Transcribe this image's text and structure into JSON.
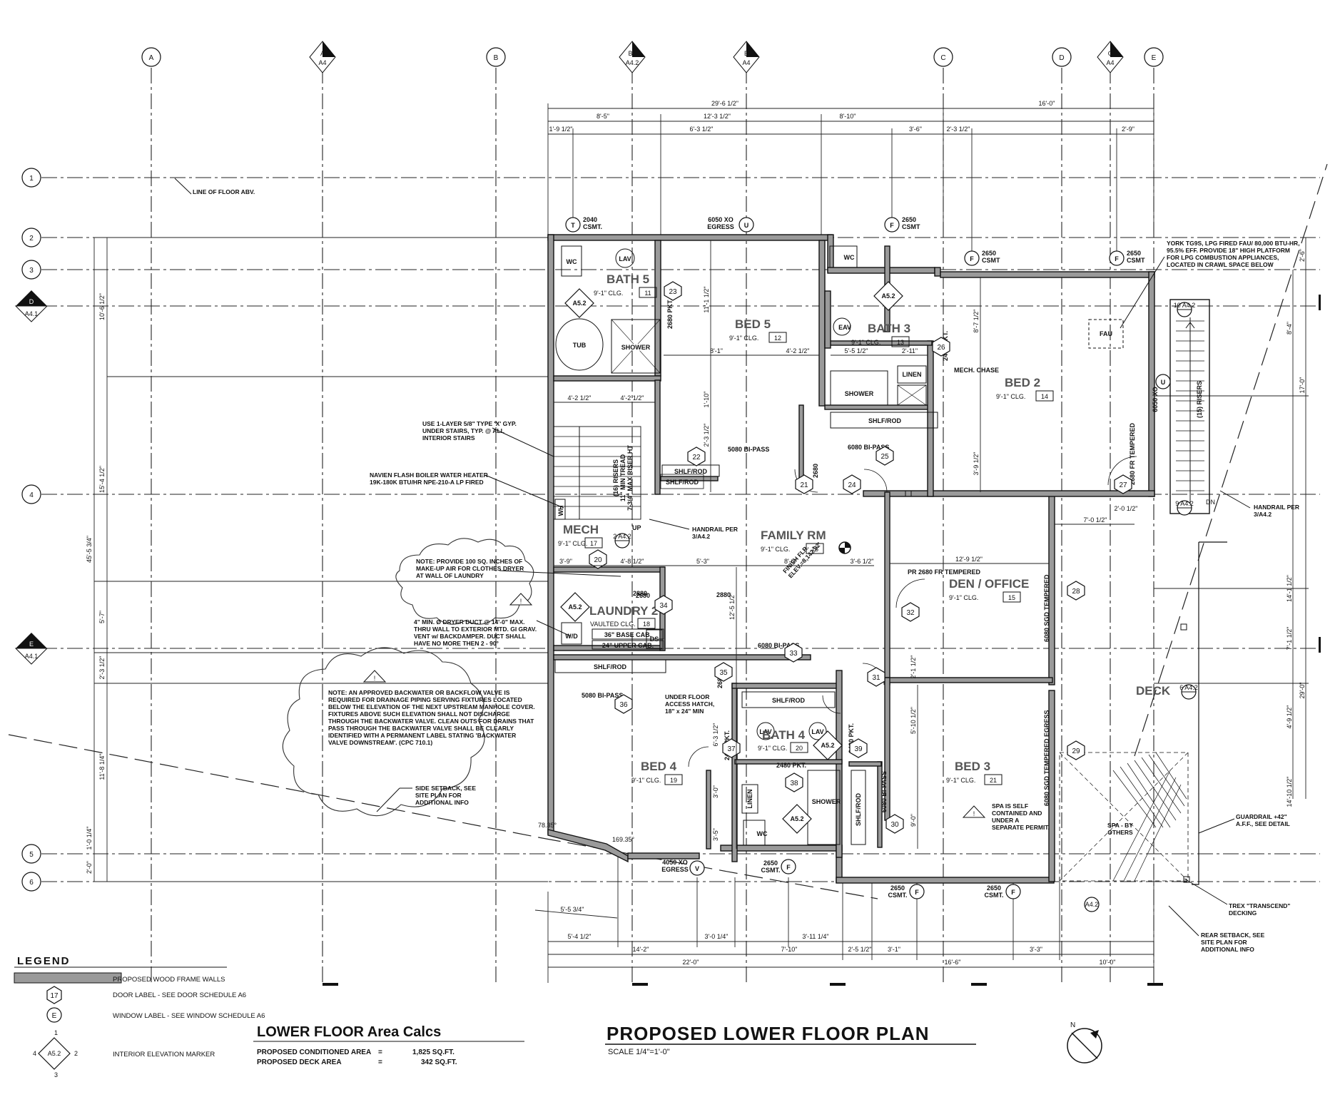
{
  "grid": {
    "columns": [
      "A",
      "A",
      "B",
      "B1",
      "B",
      "C",
      "D",
      "C",
      "E"
    ],
    "column_refs": [
      "",
      "A4",
      "",
      "A4.2",
      "A4",
      "",
      "",
      "A4",
      ""
    ],
    "rows": [
      "1",
      "2",
      "3",
      "4",
      "5",
      "6"
    ],
    "side_markers": [
      {
        "label": "D",
        "ref": "A4.1"
      },
      {
        "label": "E",
        "ref": "A4.1"
      }
    ]
  },
  "dims_top": [
    "29'-6 1/2\"",
    "16'-0\"",
    "8'-5\"",
    "12'-3 1/2\"",
    "8'-10\"",
    "1'-9 1/2\"",
    "6'-3 1/2\"",
    "3'-6\"",
    "2'-3 1/2\"",
    "2'-9\""
  ],
  "dims_left": [
    "10'-6 1/2\"",
    "15'-4 1/2\"",
    "45'-5 3/4\"",
    "5'-7\"",
    "2'-3 1/2\"",
    "11'-8 1/4\"",
    "1'-0 1/4\"",
    "2'-0\""
  ],
  "dims_right": [
    "2'-6\"",
    "8'-4\"",
    "17'-0\"",
    "14'-1 1/2\"",
    "7'-1 1/2\"",
    "29'-0\"",
    "4'-9 1/2\"",
    "14'-10 1/2\""
  ],
  "dims_bottom": [
    "5'-5 3/4\"",
    "5'-4 1/2\"",
    "3'-0 1/4\"",
    "3'-11 1/4\"",
    "2'-5 1/2\"",
    "3'-1\"",
    "3'-3\"",
    "14'-2\"",
    "7'-10\"",
    "22'-0\"",
    "16'-6\"",
    "10'-0\""
  ],
  "dims_interior": [
    "8'-1\"",
    "4'-2 1/2\"",
    "5'-5 1/2\"",
    "2'-11\"",
    "11'-1 1/2\"",
    "1'-10\"",
    "2'-3 1/2\"",
    "4'-2 1/2\"",
    "4'-2 1/2\"",
    "3'-9\"",
    "4'-8 1/2\"",
    "5'-3\"",
    "8'-0\"",
    "3'-6 1/2\"",
    "12'-9 1/2\"",
    "7'-0 1/2\"",
    "2'-0 1/2\"",
    "12'-5 1/2\"",
    "6'-3 1/2\"",
    "3'-0\"",
    "3'-5\"",
    "5'-10 1/2\"",
    "9'-0\"",
    "2'-1 1/2\"",
    "8'-7 1/2\"",
    "3'-9 1/2\"",
    "78.35°",
    "169.35°"
  ],
  "rooms": [
    {
      "name": "BATH 5",
      "clg": "9'-1\" CLG.",
      "num": "11"
    },
    {
      "name": "BED 5",
      "clg": "9'-1\" CLG.",
      "num": "12"
    },
    {
      "name": "BATH 3",
      "clg": "9'-1\" CLG.",
      "num": "13"
    },
    {
      "name": "BED 2",
      "clg": "9'-1\" CLG.",
      "num": "14"
    },
    {
      "name": "MECH",
      "clg": "9'-1\" CLG.",
      "num": "17"
    },
    {
      "name": "FAMILY RM",
      "clg": "9'-1\" CLG.",
      "num": "16"
    },
    {
      "name": "DEN / OFFICE",
      "clg": "9'-1\" CLG.",
      "num": "15"
    },
    {
      "name": "LAUNDRY 2",
      "clg": "VAULTED CLG.",
      "num": "18"
    },
    {
      "name": "BATH 4",
      "clg": "9'-1\" CLG.",
      "num": "20"
    },
    {
      "name": "BED 4",
      "clg": "9'-1\" CLG.",
      "num": "19"
    },
    {
      "name": "BED 3",
      "clg": "9'-1\" CLG.",
      "num": "21"
    },
    {
      "name": "DECK",
      "clg": "",
      "num": ""
    }
  ],
  "doors": [
    "20",
    "21",
    "22",
    "23",
    "24",
    "25",
    "26",
    "27",
    "28",
    "29",
    "30",
    "31",
    "32",
    "33",
    "34",
    "35",
    "36",
    "37",
    "38",
    "39"
  ],
  "windows": [
    {
      "tag": "T",
      "size": "2040",
      "type": "CSMT."
    },
    {
      "tag": "U",
      "size": "6050 XO",
      "type": "EGRESS"
    },
    {
      "tag": "F",
      "size": "2650",
      "type": "CSMT"
    },
    {
      "tag": "F",
      "size": "2650",
      "type": "CSMT"
    },
    {
      "tag": "F",
      "size": "2650",
      "type": "CSMT"
    },
    {
      "tag": "V",
      "size": "4050 XO",
      "type": "EGRESS"
    },
    {
      "tag": "F",
      "size": "2650",
      "type": "CSMT."
    },
    {
      "tag": "F",
      "size": "2650",
      "type": "CSMT."
    },
    {
      "tag": "F",
      "size": "2650",
      "type": "CSMT."
    },
    {
      "tag": "U",
      "size": "6050 XO",
      "type": ""
    }
  ],
  "fixtures": [
    "WC",
    "LAV",
    "TUB",
    "SHOWER",
    "WC",
    "EAV",
    "SHOWER",
    "LINEN",
    "MECH. CHASE",
    "SHLF/ROD",
    "SHLF/ROD",
    "5080 BI-PASS",
    "6080 BI-PASS",
    "2680 PKT.",
    "2480 PKT.",
    "2680",
    "2680",
    "W/D",
    "36\" BASE CAB.",
    "24\" UPPER CAB.",
    "DS",
    "SHLF/ROD",
    "5080 BI-PASS",
    "SHLF/ROD",
    "6080 BI-PASS",
    "LAV",
    "LAV",
    "2480 PKT.",
    "2480 PKT.",
    "2480 PKT.",
    "LINEN",
    "WC",
    "SHOWER",
    "SHLF/ROD",
    "6080 BI-PASS",
    "FAU",
    "PR 2680 FR TEMPERED",
    "2680 FR TEMPERED",
    "6080 SGD TEMPERED",
    "6080 SGD TEMPERED EGRESS",
    "(16) RISERS",
    "11\" MIN TREAD",
    "7-3/4\" MAX RISER HT",
    "(15) RISERS",
    "UP",
    "DN",
    "WH",
    "2880",
    "2880",
    "2680",
    "SHLF/ROD"
  ],
  "notes": {
    "line_floor": "LINE OF FLOOR ABV.",
    "gyp": "USE 1-LAYER 5/8\" TYPE 'X' GYP. UNDER STAIRS, TYP. @ ALL INTERIOR STAIRS",
    "navien": "NAVIEN FLASH BOILER WATER HEATER 19K-180K BTU/HR NPE-210-A LP FIRED",
    "air": "NOTE: PROVIDE 100 SQ. INCHES OF MAKE-UP AIR FOR CLOTHES DRYER AT WALL OF LAUNDRY",
    "dryer": "4\" MIN. Ø DRYER DUCT @ 14'-0\" MAX. THRU WALL TO EXTERIOR MTD. GI GRAV. VENT w/ BACKDAMPER. DUCT SHALL HAVE NO MORE THEN 2 - 90°",
    "backwater": "NOTE: AN APPROVED BACKWATER OR BACKFLOW VALVE IS REQUIRED FOR DRAINAGE PIPING SERVING FIXTURES LOCATED BELOW THE ELEVATION OF THE NEXT UPSTREAM MANHOLE COVER. FIXTURES ABOVE SUCH ELEVATION SHALL NOT DISCHARGE THROUGH THE BACKWATER VALVE. CLEAN OUTS FOR DRAINS THAT PASS THROUGH THE BACKWATER VALVE SHALL BE CLEARLY IDENTIFIED WITH A PERMANENT LABEL STATING 'BACKWATER VALVE DOWNSTREAM'. (CPC 710.1)",
    "setback_side": "SIDE SETBACK, SEE SITE PLAN FOR ADDITIONAL INFO",
    "york": "YORK TG9S, LPG FIRED FAU/ 80,000 BTU-HR, 95.5% EFF. PROVIDE 18\" HIGH PLATFORM FOR LPG COMBUSTION APPLIANCES, LOCATED IN CRAWL SPACE BELOW",
    "handrail1": "HANDRAIL PER 3/A4.2",
    "handrail2": "HANDRAIL PER 3/A4.2",
    "hatch": "UNDER FLOOR ACCESS HATCH, 18\" x 24\" MIN",
    "finish": "FINISH FLR. ELEV.=8,142.92'",
    "spa_self": "SPA IS SELF CONTAINED AND UNDER A SEPARATE PERMIT.",
    "spa_by": "SPA - BY OTHERS",
    "guardrail": "GUARDRAIL +42\" A.F.F., SEE DETAIL",
    "trex": "TREX \"TRANSCEND\" DECKING",
    "setback_rear": "REAR SETBACK, SEE SITE PLAN FOR ADDITIONAL INFO"
  },
  "legend": {
    "title": "LEGEND",
    "items": [
      "PROPOSED WOOD FRAME WALLS",
      "DOOR LABEL - SEE DOOR SCHEDULE A6",
      "WINDOW LABEL - SEE WINDOW SCHEDULE A6",
      "INTERIOR ELEVATION MARKER"
    ],
    "door_sample": "17",
    "window_sample": "E",
    "elev_sample": "A5.2"
  },
  "area": {
    "title": "LOWER FLOOR Area Calcs",
    "rows": [
      {
        "label": "PROPOSED CONDITIONED AREA",
        "eq": "=",
        "value": "1,825 SQ.FT."
      },
      {
        "label": "PROPOSED DECK AREA",
        "eq": "=",
        "value": "342 SQ.FT."
      }
    ]
  },
  "title_block": {
    "title": "PROPOSED LOWER FLOOR PLAN",
    "scale": "SCALE 1/4\"=1'-0\"",
    "north": "N"
  },
  "elevation_markers": [
    "A5.2",
    "A5.2",
    "A5.2",
    "A5.2",
    "A5.2"
  ],
  "section_refs": [
    "10 A4.2",
    "9 A4.2",
    "6 A4.2",
    "2 A4.2",
    "A4.2"
  ]
}
